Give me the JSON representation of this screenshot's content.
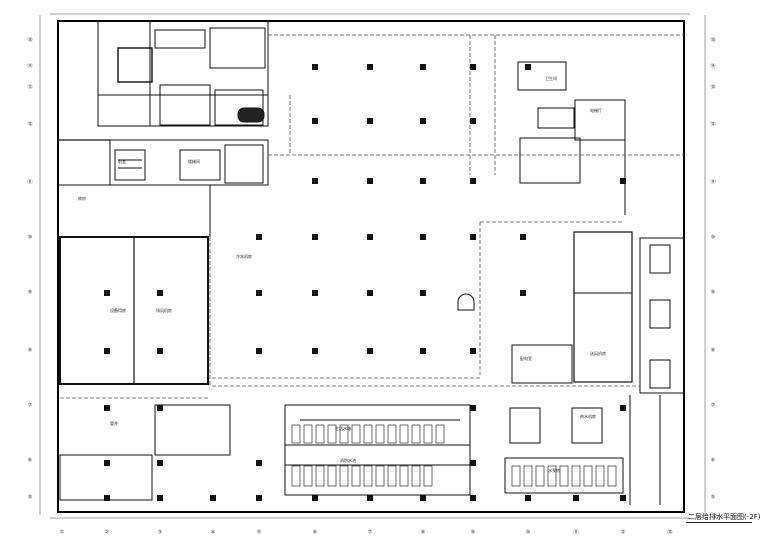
{
  "drawing": {
    "caption": "二层给排水平面图(-2F)"
  },
  "room_labels": [
    "库房",
    "设备用房",
    "排风机房",
    "冷冻机房",
    "送风机房",
    "卫生间",
    "楼梯间",
    "前室",
    "配电室",
    "管井",
    "消防水池",
    "热水机房",
    "水泵房",
    "生活水箱",
    "电梯厅"
  ],
  "axes": {
    "left": [
      "⑮",
      "⑭",
      "⑬",
      "⑫",
      "⑪",
      "⑩",
      "⑨",
      "⑧",
      "⑦",
      "⑥",
      "⑤"
    ],
    "right": [
      "⑮",
      "⑭",
      "⑬",
      "⑫",
      "⑪",
      "⑩",
      "⑨",
      "⑧",
      "⑦",
      "⑥",
      "⑤"
    ],
    "bottom": [
      "①",
      "②",
      "③",
      "④",
      "⑤",
      "⑥",
      "⑦",
      "⑧",
      "⑨",
      "⑩",
      "⑪",
      "⑫",
      "⑬"
    ]
  }
}
